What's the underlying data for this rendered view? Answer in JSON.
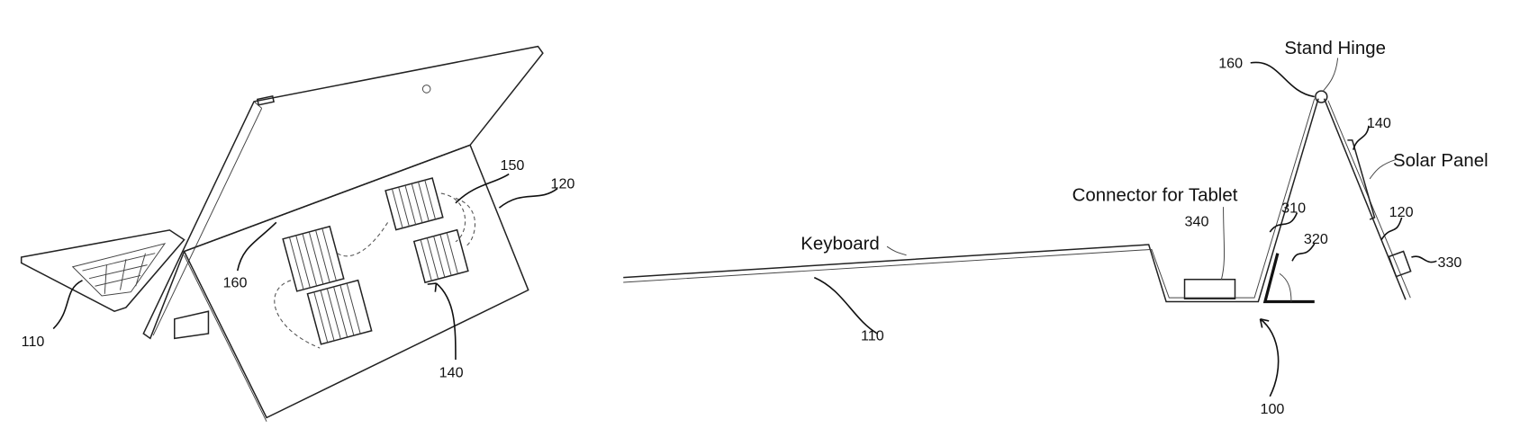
{
  "figure_left": {
    "ref_numbers": {
      "keyboard": "110",
      "kickstand": "120",
      "solar_panels": "140",
      "wiring": "150",
      "hinge": "160"
    }
  },
  "figure_right": {
    "labels": {
      "keyboard": "Keyboard",
      "connector": "Connector for Tablet",
      "stand_hinge": "Stand Hinge",
      "solar_panel": "Solar Panel"
    },
    "ref_numbers": {
      "device": "100",
      "keyboard": "110",
      "kickstand": "120",
      "solar_panel": "140",
      "hinge": "160",
      "tablet": "310",
      "angle": "320",
      "box": "330",
      "connector": "340"
    }
  }
}
